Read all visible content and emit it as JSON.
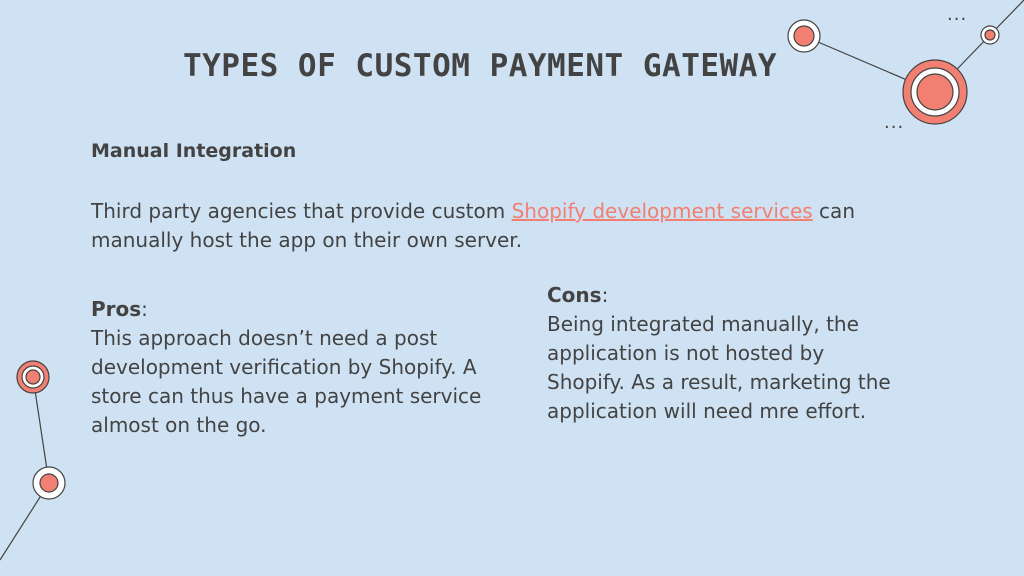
{
  "slide": {
    "title": "Types of Custom Payment Gateway",
    "section_heading": "Manual Integration",
    "intro": {
      "before_link": "Third party agencies that provide custom ",
      "link_text": "Shopify development services",
      "after_link": " can manually host the app on their own server."
    },
    "pros": {
      "heading": "Pros",
      "separator": ":",
      "text": "This approach doesn’t need a post development verification by Shopify. A store can thus have a payment service almost on the go."
    },
    "cons": {
      "heading": "Cons",
      "separator": ":",
      "text": "Being integrated manually, the application is not hosted by Shopify. As a result, marketing the application will need mre effort."
    },
    "decorations": {
      "dots_top": "...",
      "dots_right": "..."
    }
  },
  "colors": {
    "background": "#cfe2f3",
    "text": "#434343",
    "accent": "#f28072",
    "node_fill": "#ffffff"
  }
}
